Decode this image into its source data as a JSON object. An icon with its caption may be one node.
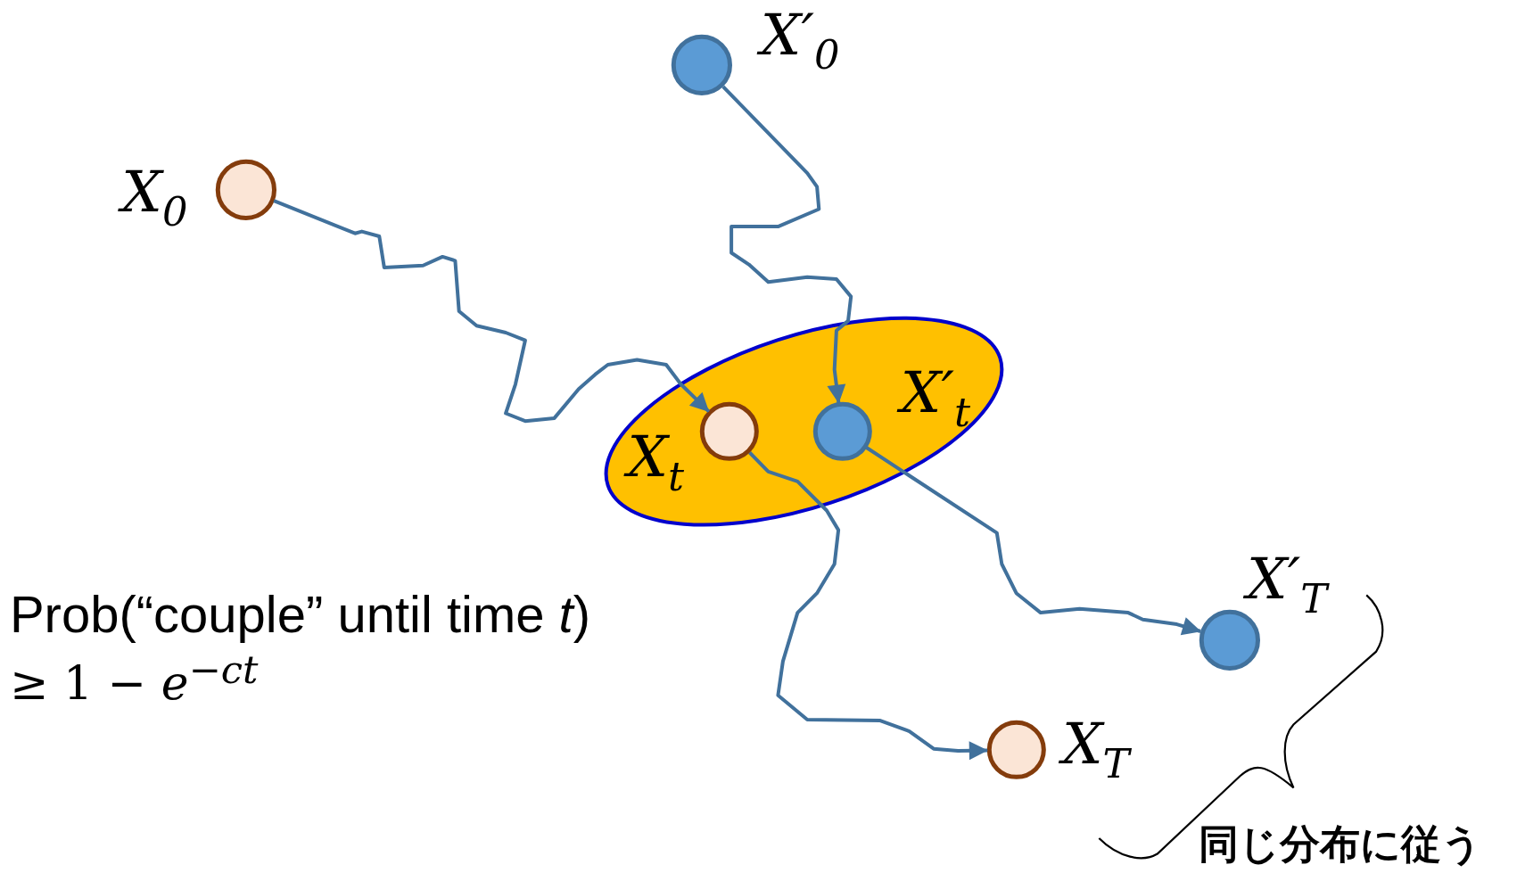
{
  "diagram": {
    "nodes": [
      {
        "text": [],
        "shape": "circle",
        "beside": [
          "X$_{0}$"
        ]
      },
      {
        "text": [],
        "shape": "circle",
        "beside": [
          "X′$_{0}$"
        ]
      },
      {
        "text": [],
        "shape": "ellipse"
      },
      {
        "text": [],
        "shape": "circle",
        "in": 2,
        "beside": [
          "X$_{t}$"
        ]
      },
      {
        "text": [],
        "shape": "circle",
        "in": 2,
        "beside": [
          "X′$_{t}$"
        ]
      },
      {
        "text": [],
        "shape": "circle",
        "beside": [
          "X′$_{T}$"
        ]
      },
      {
        "text": [],
        "shape": "circle",
        "beside": [
          "X$_{T}$"
        ]
      }
    ],
    "edges": [
      {
        "from": 0,
        "to": 3,
        "arrow": "to"
      },
      {
        "from": 1,
        "to": 4,
        "arrow": "to"
      },
      {
        "from": 3,
        "to": 6,
        "arrow": "to"
      },
      {
        "from": 4,
        "to": 5,
        "arrow": "to"
      }
    ],
    "labels": [
      "Prob(“couple” until time *t*)",
      "≥ 1 − *e*$^{−ct}$",
      "同じ分布に従う"
    ]
  }
}
